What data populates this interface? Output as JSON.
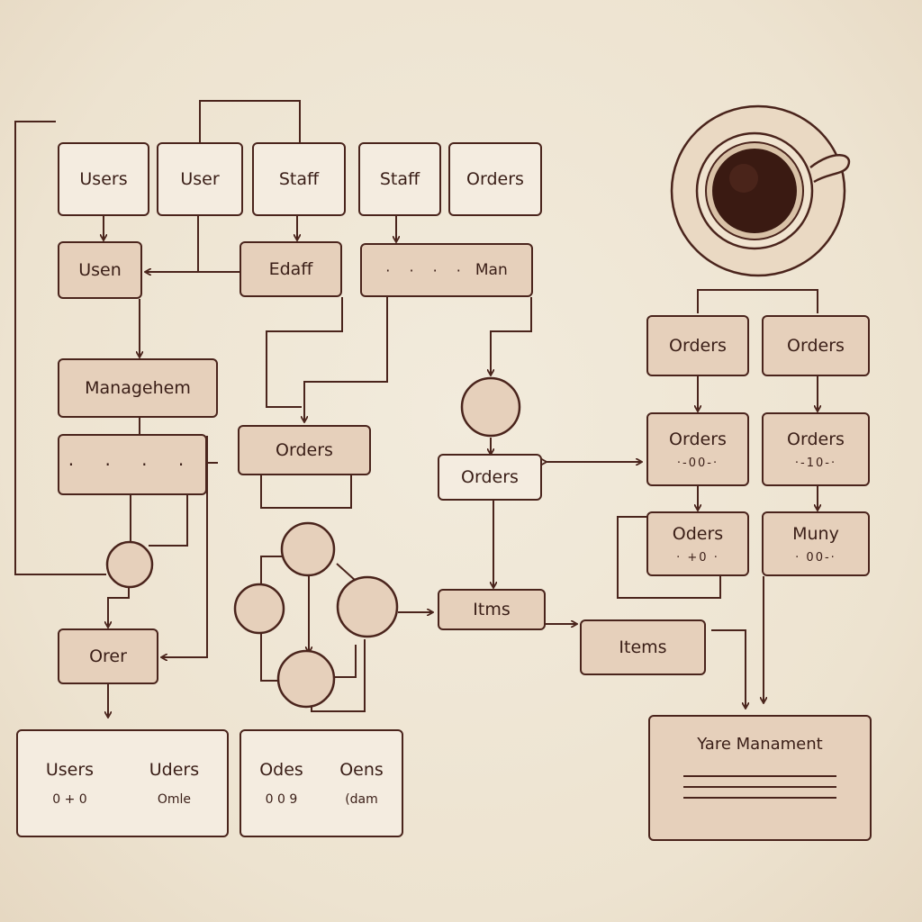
{
  "colors": {
    "stroke": "#4a241c",
    "node_light": "#f4ece0",
    "node_tan": "#e6d0bb",
    "background": "#efe6d6",
    "coffee": "#3a1a12"
  },
  "top_row": [
    {
      "label": "Users"
    },
    {
      "label": "User"
    },
    {
      "label": "Staff"
    },
    {
      "label": "Staff"
    },
    {
      "label": "Orders"
    }
  ],
  "second_row": {
    "usen": "Usen",
    "edaff": "Edaff",
    "man_dots": "· · · ·",
    "man": "Man"
  },
  "left_column": {
    "management": "Managehem",
    "dots": "· · · ·",
    "orer": "Orer"
  },
  "center": {
    "orders_a": "Orders",
    "orders_b": "Orders",
    "items_a": "Itms",
    "items_b": "Items"
  },
  "right_panel": {
    "orders_top_left": "Orders",
    "orders_top_right": "Orders",
    "orders_mid_left": {
      "title": "Orders",
      "sub": "·-00-·"
    },
    "orders_mid_right": {
      "title": "Orders",
      "sub": "·-10-·"
    },
    "oders": {
      "title": "Oders",
      "sub": "· +0 ·"
    },
    "muny": {
      "title": "Muny",
      "sub": "· 00-·"
    }
  },
  "bottom_cards": {
    "card1": {
      "col1_title": "Users",
      "col1_sub": "0 + 0",
      "col2_title": "Uders",
      "col2_sub": "Omle"
    },
    "card2": {
      "col1_title": "Odes",
      "col1_sub": "0 0 9",
      "col2_title": "Oens",
      "col2_sub": "(dam"
    },
    "yare": {
      "title": "Yare Manament"
    }
  },
  "decor": {
    "icon": "coffee-cup-icon"
  }
}
